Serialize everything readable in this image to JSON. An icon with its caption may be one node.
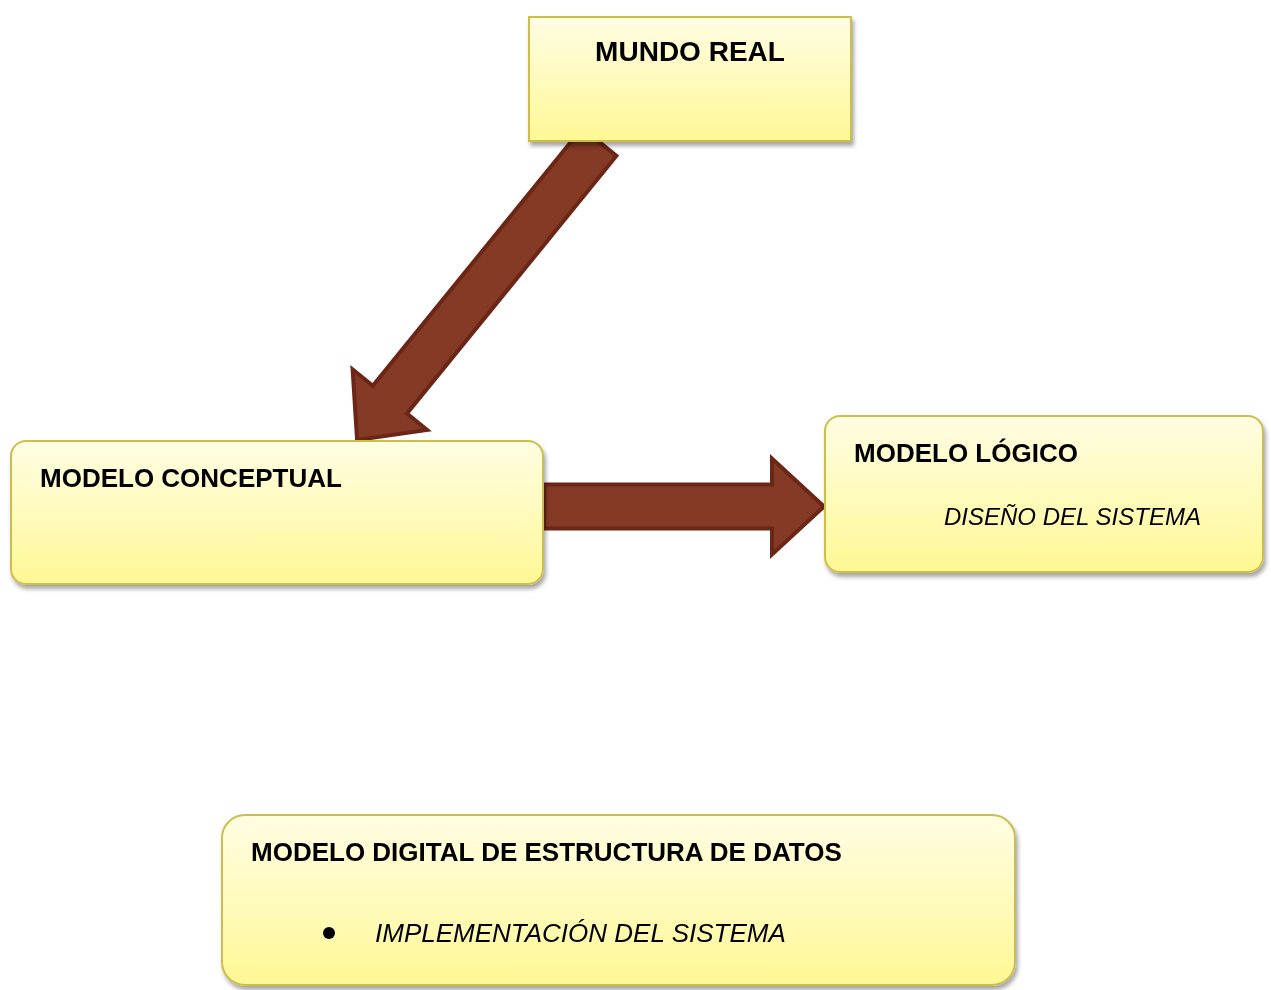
{
  "diagram": {
    "nodes": [
      {
        "text": [
          "MUNDO REAL"
        ]
      },
      {
        "text": [
          "MODELO CONCEPTUAL"
        ]
      },
      {
        "text": [
          "MODELO LÓGICO",
          "DISEÑO DEL SISTEMA"
        ]
      },
      {
        "text": [
          "MODELO DIGITAL DE ESTRUCTURA DE DATOS",
          "IMPLEMENTACIÓN DEL SISTEMA"
        ]
      }
    ],
    "edges": [
      {
        "from": 0,
        "to": 1,
        "arrow": "to"
      },
      {
        "from": 1,
        "to": 2,
        "arrow": "to"
      }
    ]
  }
}
